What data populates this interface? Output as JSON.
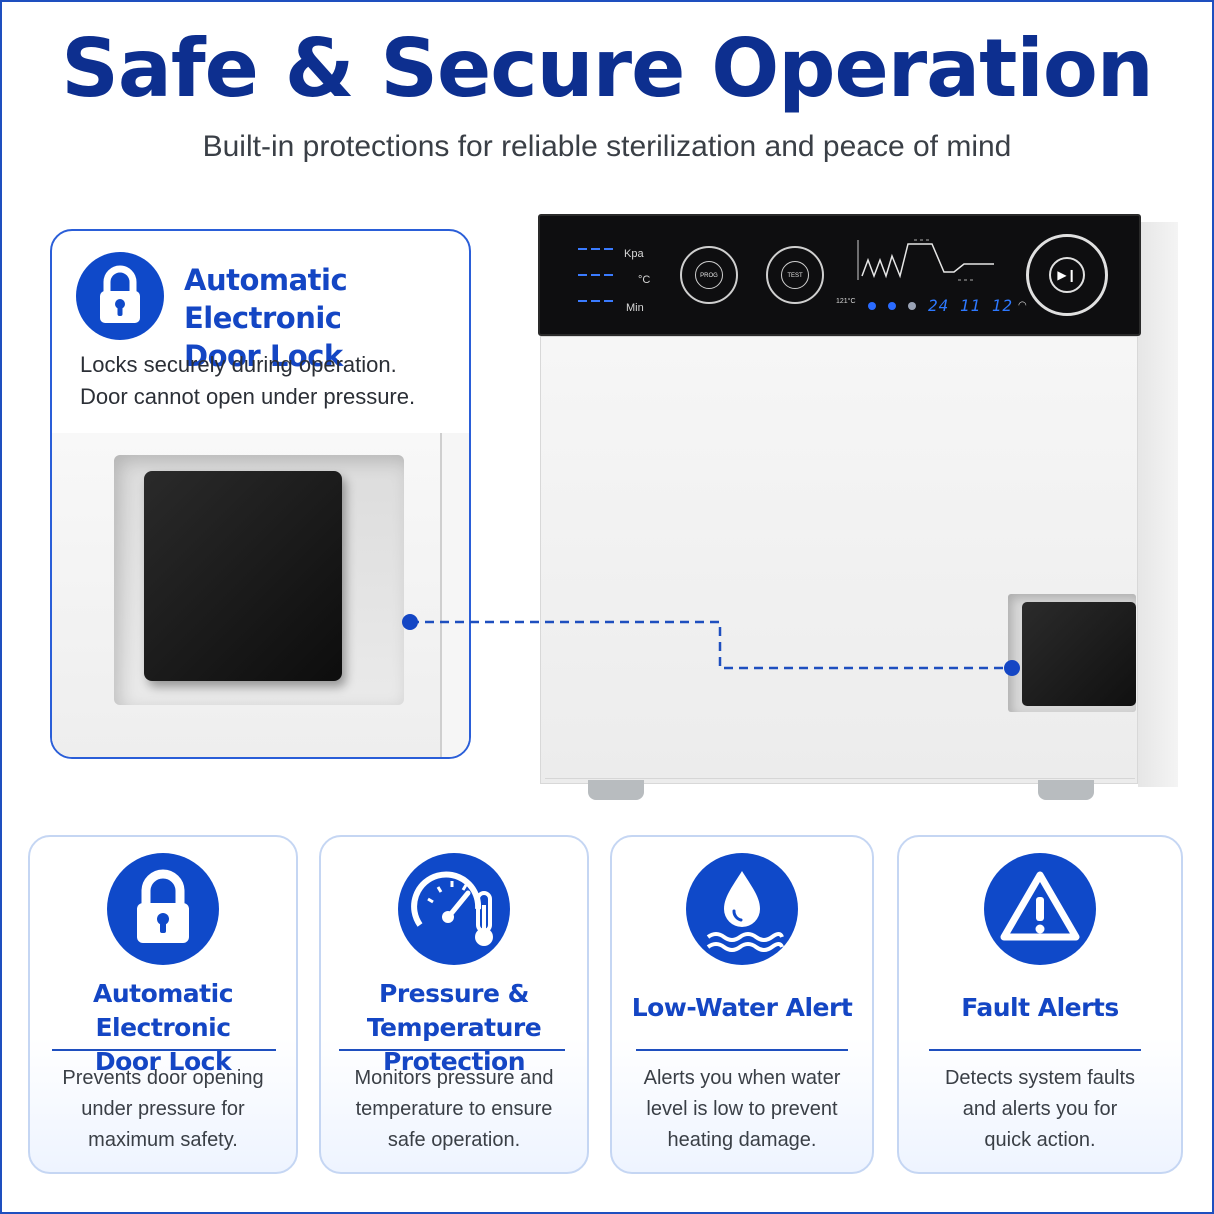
{
  "header": {
    "title": "Safe & Secure Operation",
    "subtitle": "Built-in protections for reliable sterilization and peace of mind"
  },
  "detail": {
    "title_line1": "Automatic Electronic",
    "title_line2": "Door Lock",
    "desc_line1": "Locks securely during operation.",
    "desc_line2": "Door cannot open under pressure.",
    "icon": "lock-icon"
  },
  "control_panel": {
    "unit_kpa": "Kpa",
    "unit_c": "°C",
    "unit_min": "Min",
    "knob1_label": "PROG",
    "knob2_label": "TEST",
    "temp_label": "121°C",
    "clock": "24 11 12"
  },
  "features": [
    {
      "icon": "lock-icon",
      "title_line1": "Automatic Electronic",
      "title_line2": "Door Lock",
      "desc_line1": "Prevents door opening",
      "desc_line2": "under pressure for",
      "desc_line3": "maximum safety."
    },
    {
      "icon": "gauge-thermometer-icon",
      "title_line1": "Pressure & Temperature",
      "title_line2": "Protection",
      "desc_line1": "Monitors pressure and",
      "desc_line2": "temperature to ensure",
      "desc_line3": "safe operation."
    },
    {
      "icon": "water-drop-icon",
      "title_line1": "Low-Water Alert",
      "desc_line1": "Alerts you when water",
      "desc_line2": "level is low to prevent",
      "desc_line3": "heating damage."
    },
    {
      "icon": "warning-icon",
      "title_line1": "Fault Alerts",
      "desc_line1": "Detects system faults",
      "desc_line2": "and alerts you for",
      "desc_line3": "quick action."
    }
  ],
  "colors": {
    "brand_blue": "#0f49c9",
    "title_navy": "#0d2f8f",
    "card_border": "#c5d6f3"
  }
}
